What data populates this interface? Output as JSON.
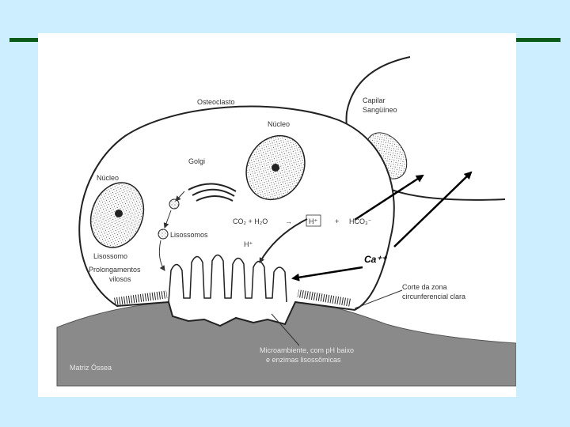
{
  "labels": {
    "osteoclasto": "Osteoclasto",
    "nucleo_top": "Núcleo",
    "nucleo_left": "Núcleo",
    "golgi": "Golgi",
    "lisossomos": "Lisossomos",
    "lisossomo": "Lisossomo",
    "prolongamentos_1": "Prolongamentos",
    "prolongamentos_2": "vilosos",
    "capilar_1": "Capilar",
    "capilar_2": "Sangüíneo",
    "reaction_co2": "CO₂ + H₂O",
    "reaction_arrow": "→",
    "reaction_h": "H⁺",
    "reaction_plus": "+",
    "reaction_hco3": "HCO₃⁻",
    "h_plus": "H⁺",
    "ca": "Ca⁺⁺",
    "corte_1": "Corte da zona",
    "corte_2": "circunferencial clara",
    "micro_1": "Microambiente, com pH baixo",
    "micro_2": "e enzimas lisossômicas",
    "matriz": "Matriz Óssea"
  },
  "colors": {
    "slide_background": "#cceeff",
    "accent_bar": "#0b5a1a",
    "bone": "#8a8a8a",
    "cell_outline": "#222222"
  }
}
